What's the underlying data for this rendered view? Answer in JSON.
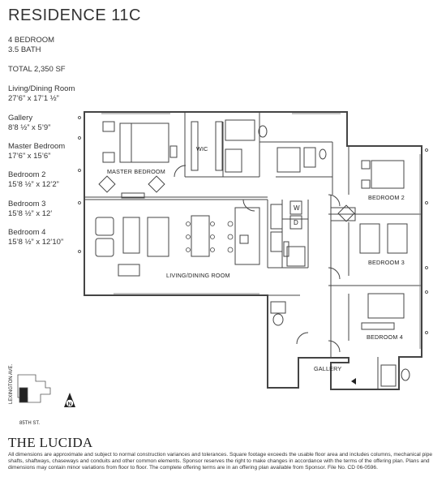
{
  "header": {
    "title": "RESIDENCE 11C"
  },
  "specs": {
    "bedrooms": "4 BEDROOM",
    "baths": "3.5 BATH",
    "total": "TOTAL 2,350 SF",
    "rooms": [
      {
        "name": "Living/Dining Room",
        "dims": "27’6” x 17’1 ½”"
      },
      {
        "name": "Gallery",
        "dims": "8’8 ½” x 5’9”"
      },
      {
        "name": "Master Bedroom",
        "dims": "17’6” x 15’6”"
      },
      {
        "name": "Bedroom 2",
        "dims": "15’8 ½” x 12’2”"
      },
      {
        "name": "Bedroom 3",
        "dims": "15’8 ½” x 12’"
      },
      {
        "name": "Bedroom 4",
        "dims": "15’8 ½” x 12’10”"
      }
    ]
  },
  "plan_labels": {
    "wic": "WIC",
    "master_bedroom": "MASTER BEDROOM",
    "living_dining": "LIVING/DINING ROOM",
    "bedroom2": "BEDROOM 2",
    "bedroom3": "BEDROOM 3",
    "bedroom4": "BEDROOM 4",
    "gallery": "GALLERY",
    "washer": "W",
    "dryer": "D"
  },
  "key_plan": {
    "avenue": "LEXINGTON AVE.",
    "street": "85TH ST.",
    "north": "N"
  },
  "footer": {
    "brand": "THE LUCIDA",
    "disclaimer": "All dimensions are approximate and subject to normal construction variances and tolerances.  Square footage exceeds the usable floor area and includes columns, mechanical pipe shafts, shaftways, chaseways and conduits and other common elements. Sponsor reserves the right to make changes in accordance with the terms of the offering plan. Plans and dimensions may contain minor variations from floor to floor. The complete offering terms are in an offering plan available from Sponsor. File No. CD 06-0596."
  }
}
